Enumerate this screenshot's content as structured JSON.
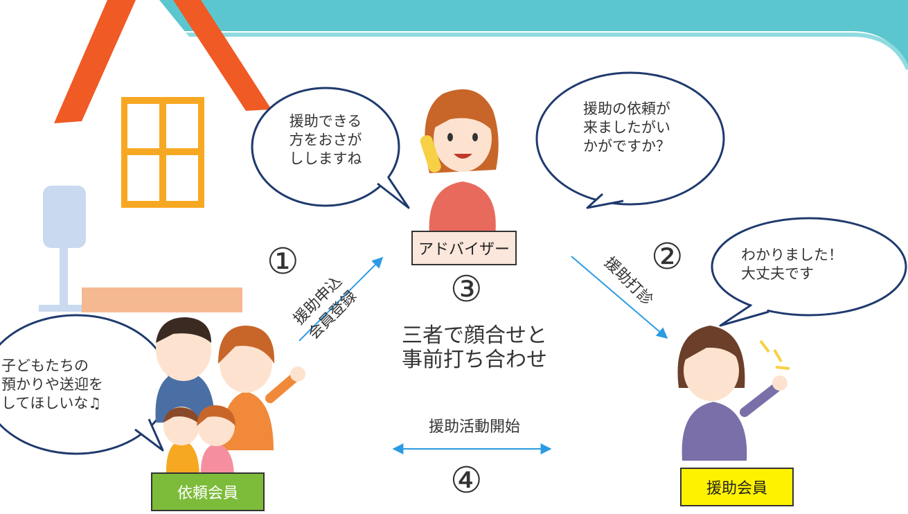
{
  "colors": {
    "band": "#5cc6cf",
    "roof": "#f05a24",
    "window": "#f7a823",
    "wall": "#ffffff",
    "floor": "#f5b992",
    "arrow": "#2b9be3",
    "bubble_border": "#1f3a6e",
    "advisor_box": "#fbe7dc",
    "requester_box": "#7dbb3a",
    "helper_box": "#fff200"
  },
  "bubbles": {
    "advisor_left": "援助できる\n方をおさが\nししますね",
    "advisor_right": "援助の依頼が\n来ましたがい\nかがですか？",
    "helper": "わかりました！\n大丈夫です",
    "requester": "子どもたちの\n預かりや送迎を\nしてほしいな♫"
  },
  "labels": {
    "advisor": "アドバイザー",
    "requester": "依頼会員",
    "helper": "援助会員"
  },
  "steps": {
    "s1_num": "①",
    "s1_text": "援助申込\n会員登録",
    "s2_num": "②",
    "s2_text": "援助打診",
    "s3_num": "③",
    "s3_text": "三者で顔合せと\n事前打ち合わせ",
    "s4_num": "④",
    "s4_text": "援助活動開始"
  }
}
